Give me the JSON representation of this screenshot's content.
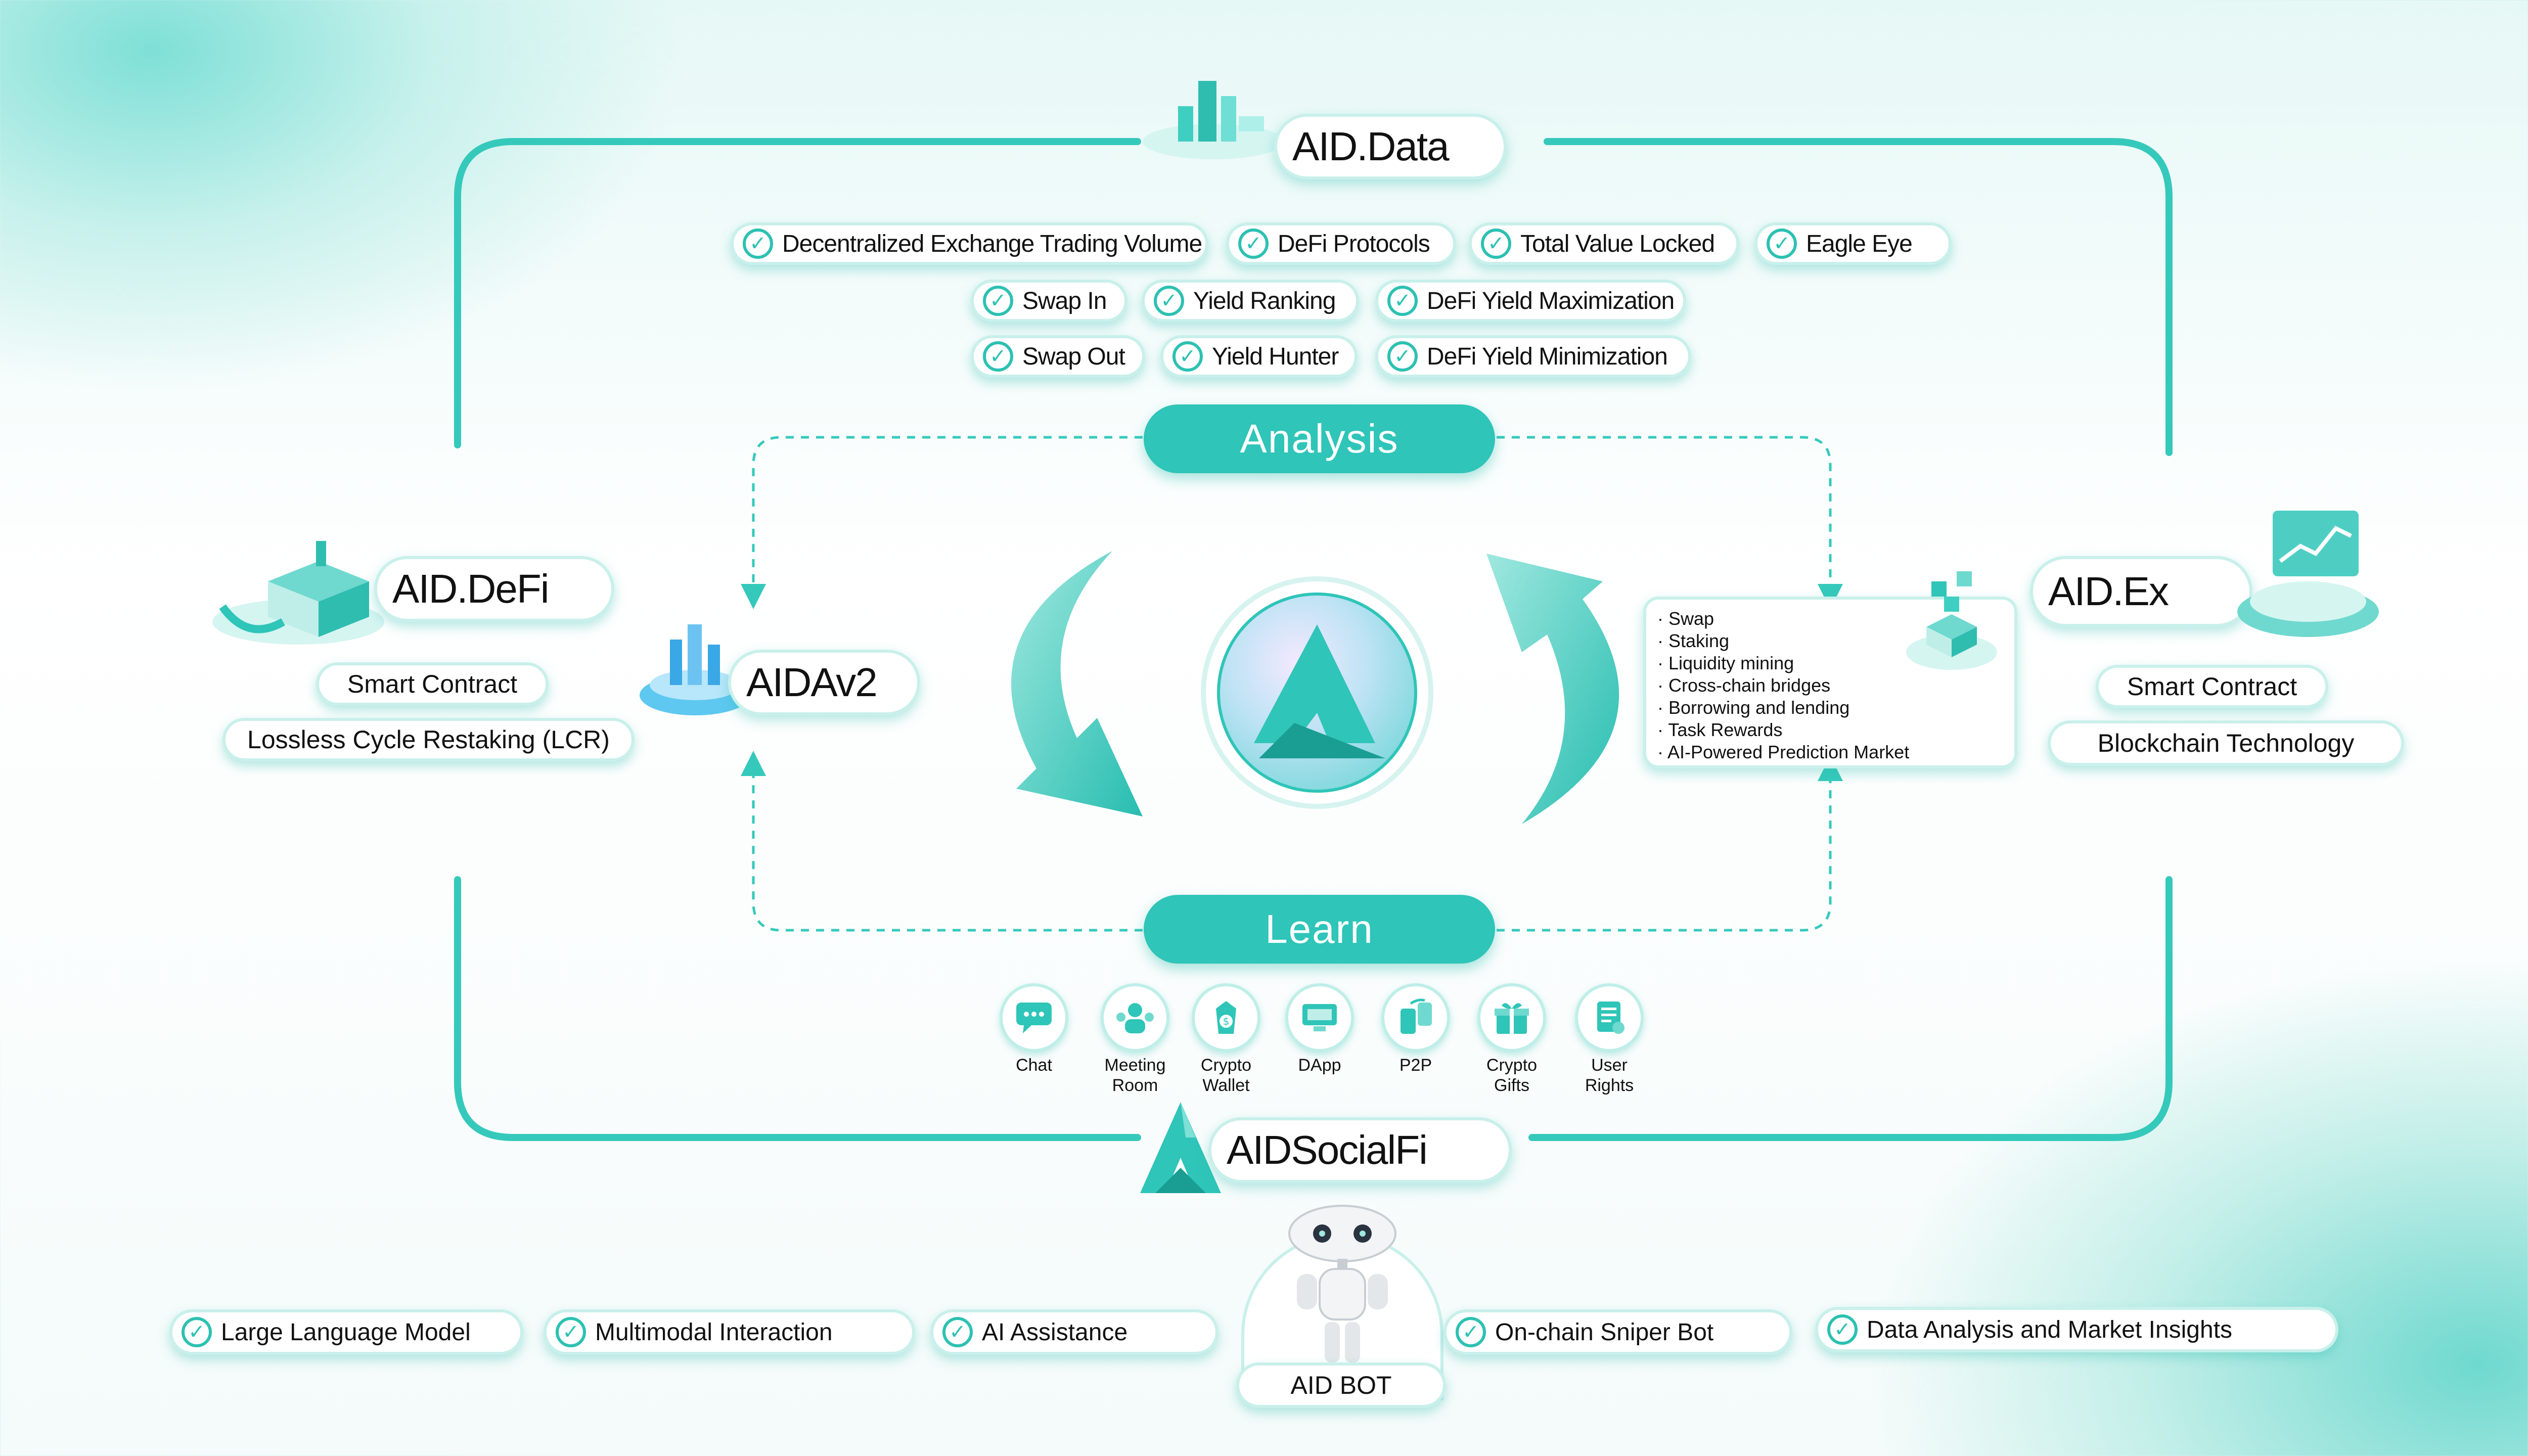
{
  "colors": {
    "accent": "#2fc5b8",
    "accent_dark": "#1a9e93",
    "frame": "#35c9bb"
  },
  "data_node": {
    "title": "AID.Data",
    "row1": [
      "Decentralized Exchange Trading Volume",
      "DeFi Protocols",
      "Total Value Locked",
      "Eagle Eye"
    ],
    "row2": [
      "Swap In",
      "Yield Ranking",
      "DeFi Yield Maximization"
    ],
    "row3": [
      "Swap Out",
      "Yield Hunter",
      "DeFi Yield Minimization"
    ]
  },
  "analysis": "Analysis",
  "learn": "Learn",
  "defi_node": {
    "title": "AID.DeFi",
    "tags": [
      "Smart Contract",
      "Lossless Cycle Restaking (LCR)"
    ]
  },
  "aidav2": "AIDAv2",
  "ex_node": {
    "title": "AID.Ex",
    "tags": [
      "Smart Contract",
      "Blockchain Technology"
    ],
    "list": [
      "· Swap",
      "· Staking",
      "· Liquidity mining",
      "· Cross-chain bridges",
      "· Borrowing and lending",
      "· Task Rewards",
      "· AI-Powered Prediction Market"
    ]
  },
  "learn_items": [
    {
      "label": "Chat",
      "icon": "chat-icon"
    },
    {
      "label": "Meeting Room",
      "icon": "meeting-room-icon"
    },
    {
      "label": "Crypto Wallet",
      "icon": "crypto-wallet-icon"
    },
    {
      "label": "DApp",
      "icon": "dapp-icon"
    },
    {
      "label": "P2P",
      "icon": "p2p-icon"
    },
    {
      "label": "Crypto Gifts",
      "icon": "crypto-gifts-icon"
    },
    {
      "label": "User Rights",
      "icon": "user-rights-icon"
    }
  ],
  "social_node": {
    "title": "AIDSocialFi"
  },
  "bot": {
    "label": "AID BOT"
  },
  "bottom_features": [
    "Large Language Model",
    "Multimodal Interaction",
    "AI Assistance",
    "On-chain Sniper Bot",
    "Data Analysis and Market Insights"
  ]
}
